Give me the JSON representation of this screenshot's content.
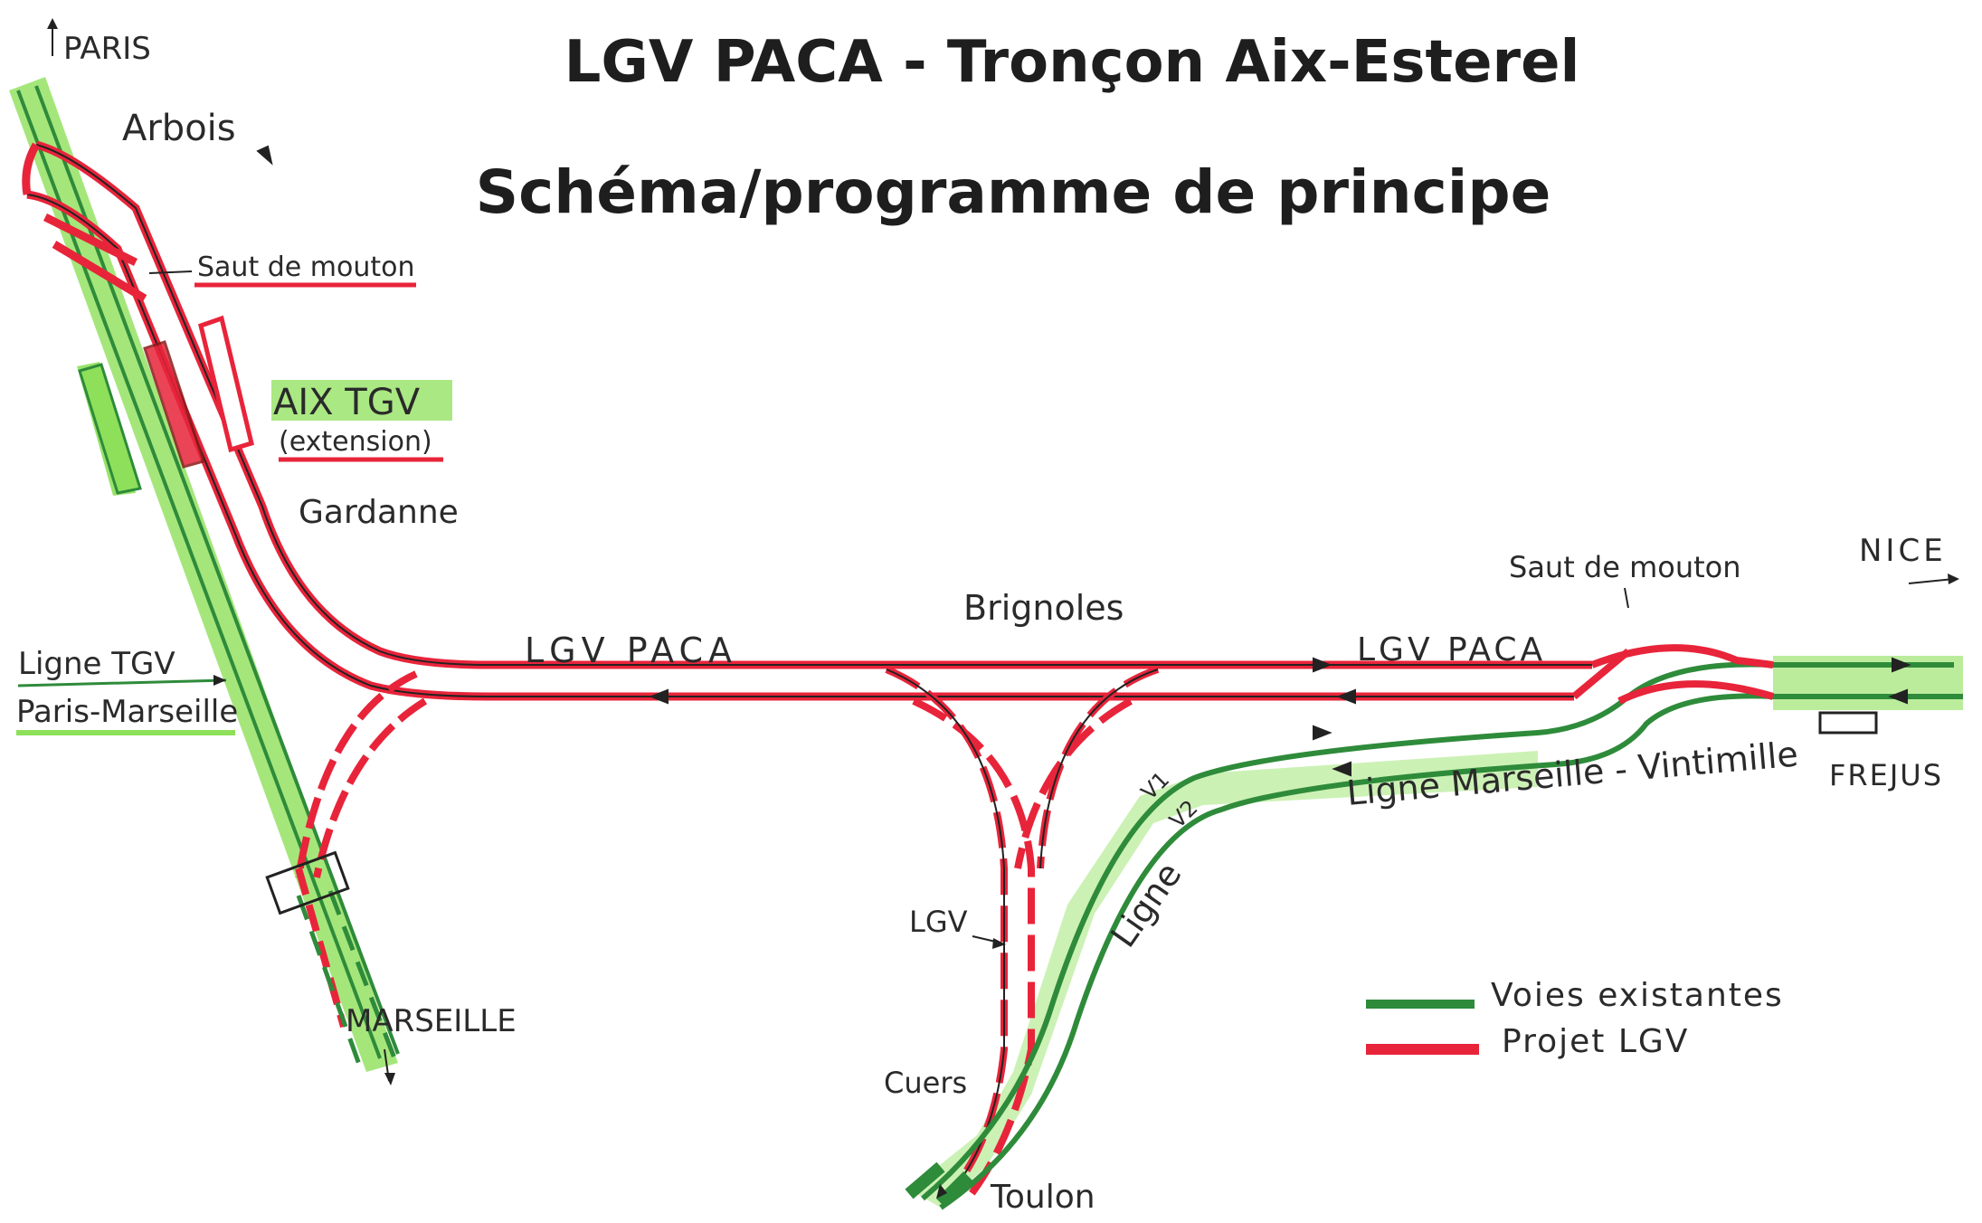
{
  "title": "LGV PACA - Tronçon Aix-Esterel",
  "subtitle": "Schéma/programme de principe",
  "labels": {
    "paris": "PARIS",
    "arbois": "Arbois",
    "saut_mouton_left": "Saut de mouton",
    "aix_tgv": "AIX TGV",
    "extension": "(extension)",
    "gardanne": "Gardanne",
    "ligne_tgv_1": "Ligne TGV",
    "ligne_tgv_2": "Paris-Marseille",
    "marseille": "MARSEILLE",
    "lgv_paca_left": "LGV PACA",
    "brignoles": "Brignoles",
    "lgv_paca_right": "LGV PACA",
    "saut_mouton_right": "Saut de mouton",
    "nice": "NICE",
    "frejus": "FREJUS",
    "v1": "V1",
    "v2": "V2",
    "ligne_marseille_1": "Ligne Marseille - Vintimille",
    "ligne_marseille_2": "Ligne",
    "lgv": "LGV",
    "cuers": "Cuers",
    "toulon": "Toulon"
  },
  "legend": {
    "existing": "Voies existantes",
    "project": "Projet LGV"
  },
  "colors": {
    "existing_track": "#2e8b3a",
    "project_track": "#e8243a",
    "highlight": "#8ee05a",
    "ink": "#1e1e1e"
  }
}
